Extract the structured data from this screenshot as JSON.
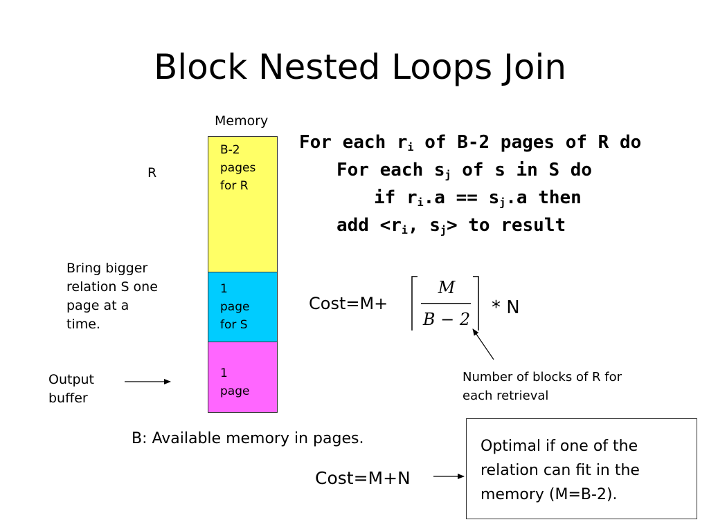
{
  "title": "Block Nested Loops Join",
  "memory_label": "Memory",
  "r_label": "R",
  "blocks": {
    "r": {
      "line1": "B-2",
      "line2": "pages",
      "line3": "for R"
    },
    "s": {
      "line1": "1",
      "line2": "page",
      "line3": "for S"
    },
    "out": {
      "line1": "1",
      "line2": "page"
    }
  },
  "bring_note": {
    "line1": "Bring bigger",
    "line2": "relation S one",
    "line3": "page at a",
    "line4": "time."
  },
  "output_buffer": {
    "line1": "Output",
    "line2": "buffer"
  },
  "code": {
    "line1": {
      "a": "For each r",
      "sub1": "i",
      "b": " of B-2 pages of R do"
    },
    "line2": {
      "a": "For each s",
      "sub1": "j",
      "b": " of s in S do"
    },
    "line3": {
      "a": "if r",
      "sub1": "i",
      "b": ".a == s",
      "sub2": "j",
      "c": ".a  then"
    },
    "line4": {
      "a": "add <r",
      "sub1": "i",
      "b": ", s",
      "sub2": "j",
      "c": "> to result"
    }
  },
  "cost_formula": {
    "prefix": "Cost=M+",
    "numerator": "M",
    "denominator": "B − 2",
    "suffix": "* N"
  },
  "blocks_note": {
    "line1": "Number of blocks of R for",
    "line2": "each retrieval"
  },
  "b_definition": "B: Available memory in pages.",
  "cost_simple": "Cost=M+N",
  "optimal_note": "Optimal if one of the relation can fit in the memory (M=B-2).",
  "colors": {
    "r_block": "#ffff66",
    "s_block": "#00ccff",
    "out_block": "#ff66ff"
  }
}
